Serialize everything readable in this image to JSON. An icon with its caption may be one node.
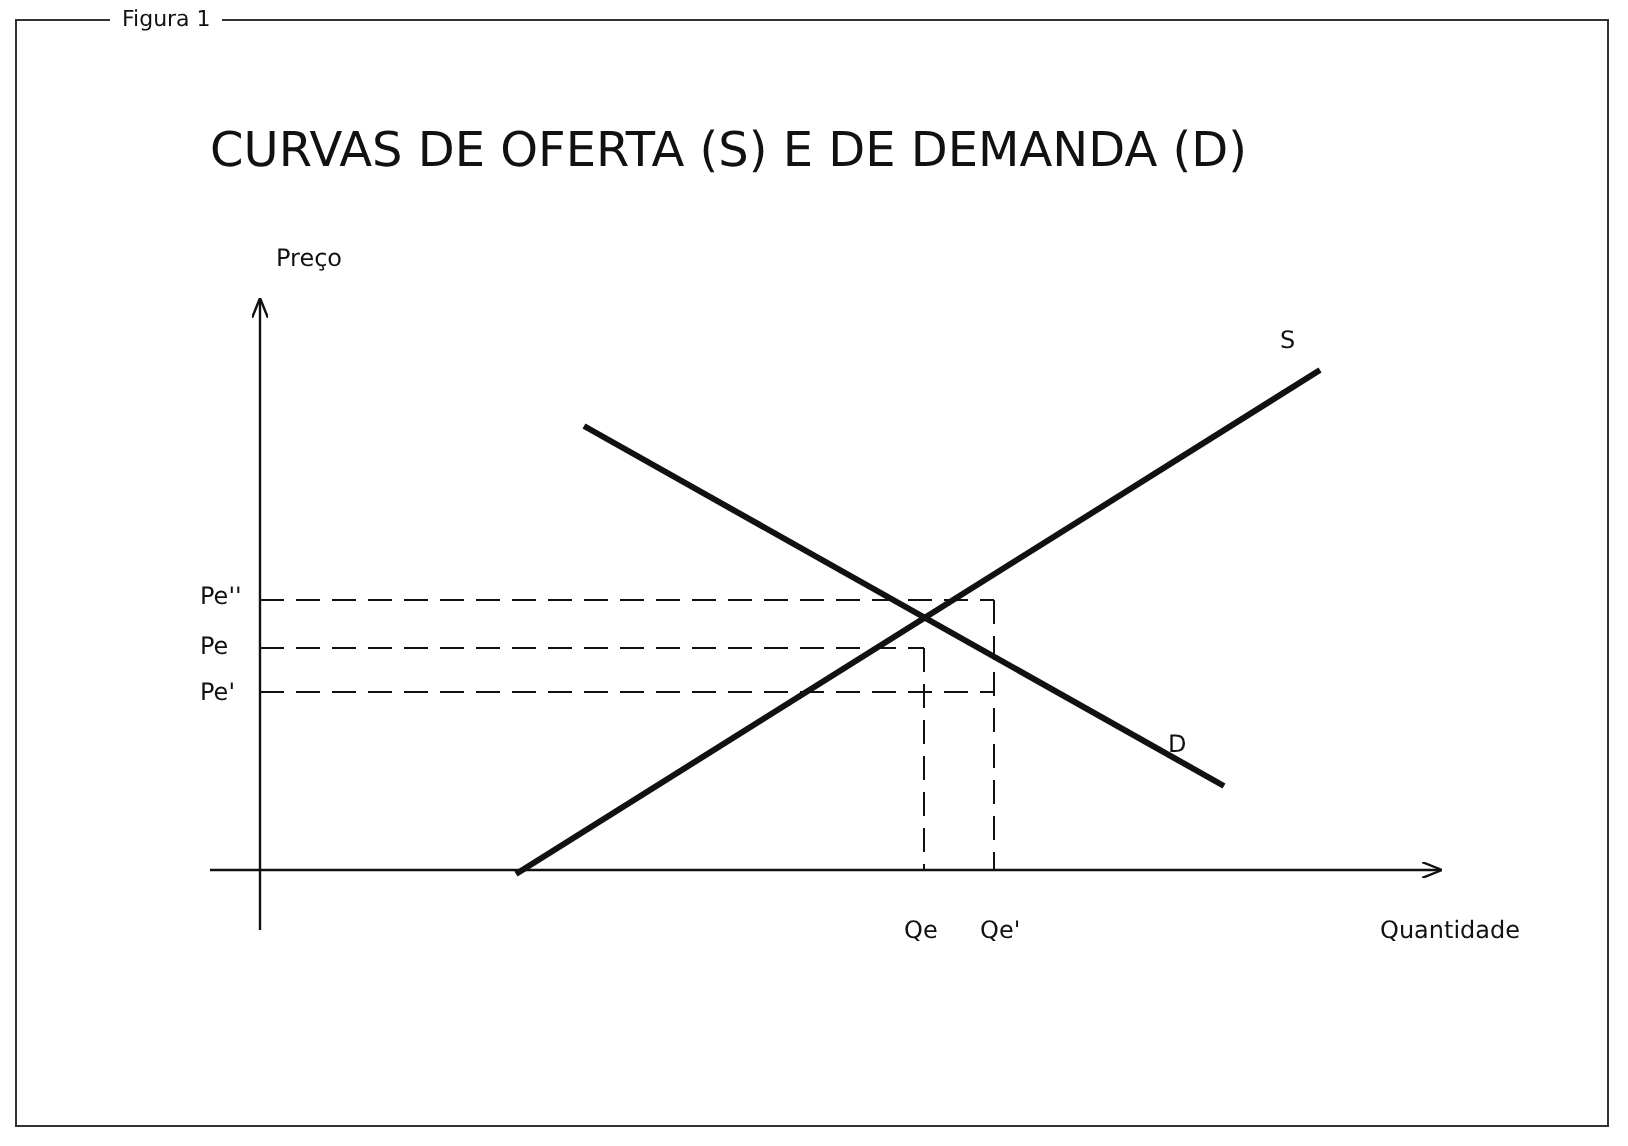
{
  "diagram": {
    "title": "CURVAS DE OFERTA (S) E DE DEMANDA (D)",
    "labels": [
      "Figura 1",
      "Preço",
      "S",
      "Pe''",
      "Pe",
      "Pe'",
      "D",
      "Qe",
      "Qe'",
      "Quantidade"
    ]
  }
}
